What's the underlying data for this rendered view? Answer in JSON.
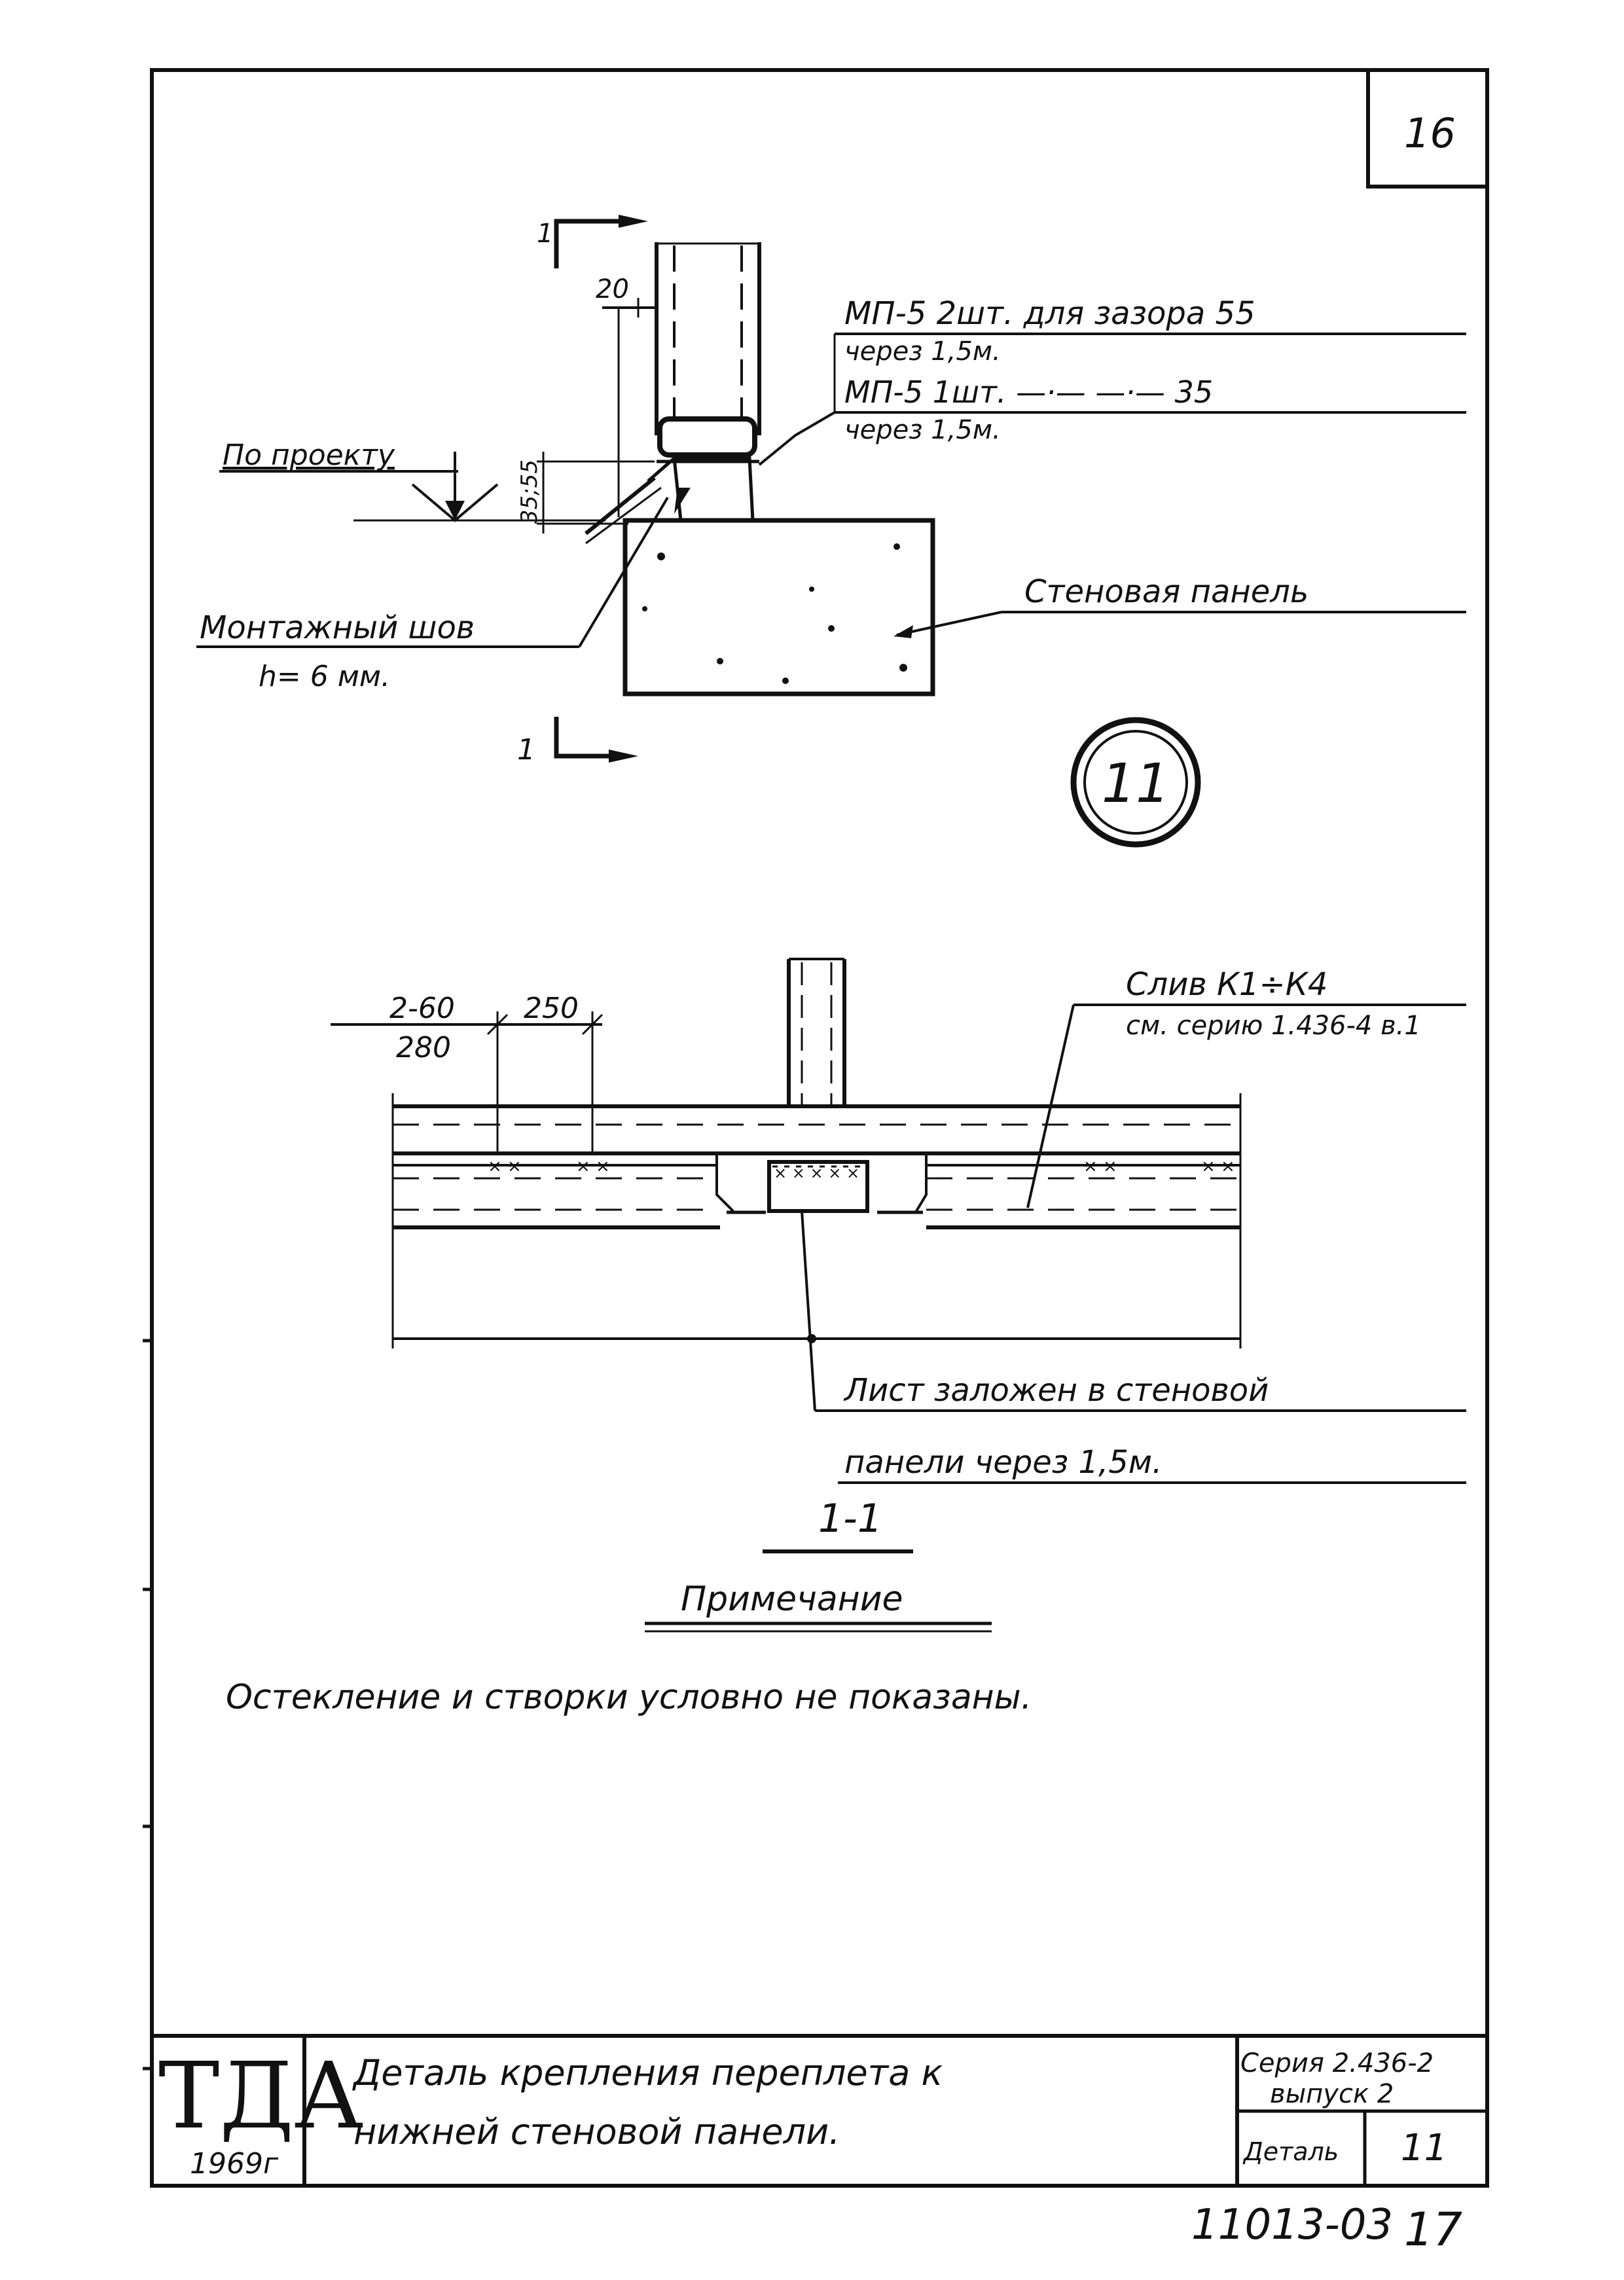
{
  "sheet": {
    "page_number": "16",
    "bottom_code": "11013-03",
    "bottom_page": "17"
  },
  "detail_top": {
    "mp5_line1": "МП-5  2шт.  для  зазора 55",
    "mp5_line1_sub": "через 1,5м.",
    "mp5_line2": "МП-5  1шт.  —·—  —·—  35",
    "mp5_line2_sub": "через 1,5м.",
    "po_proektu": "По проекту",
    "montazh_shov": "Монтажный шов",
    "montazh_shov_h": "h= 6 мм.",
    "stenovaya_panel": "Стеновая  панель",
    "dim_20": "20",
    "dim_35_55": "35;55",
    "section_mark_top": "1",
    "section_mark_bottom": "1",
    "detail_number": "11"
  },
  "section_1_1": {
    "sliv": "Слив   К1÷К4",
    "sliv_ref": "см. серию 1.436-4 в.1",
    "dim_2_60": "2-60",
    "dim_280": "280",
    "dim_250": "250",
    "list_line1": "Лист  заложен  в  стеновой",
    "list_line2": "панели    через 1,5м.",
    "section_label": "1-1"
  },
  "note": {
    "title": "Примечание",
    "text": "Остекление   и   створки   условно   не показаны."
  },
  "title_block": {
    "org": "ТДА",
    "year": "1969г",
    "title_line1": "Деталь   крепления   переплета   к",
    "title_line2": "нижней   стеновой   панели.",
    "series": "Серия 2.436-2",
    "issue": "выпуск 2",
    "detail_label": "Деталь",
    "detail_value": "11"
  }
}
